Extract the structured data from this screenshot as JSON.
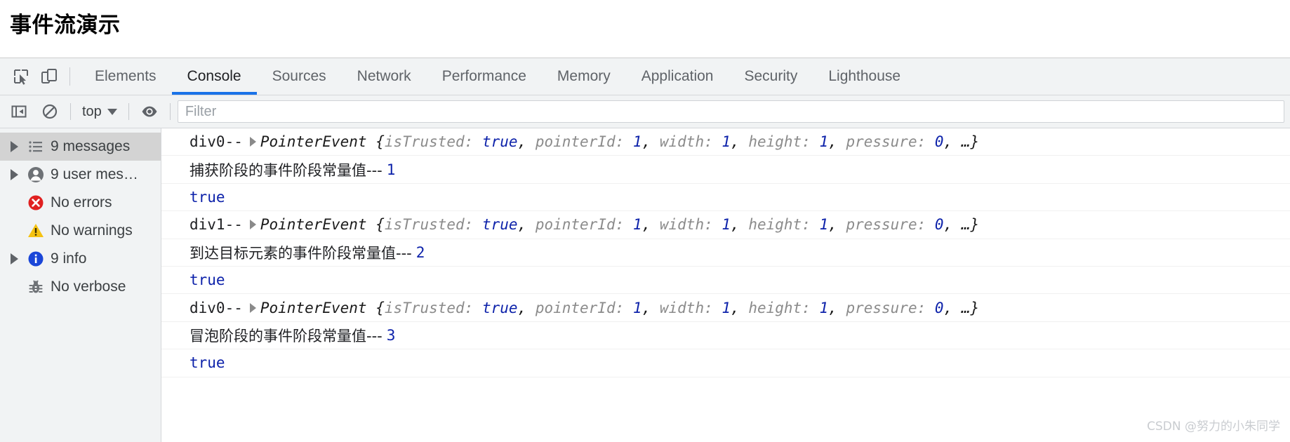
{
  "page": {
    "title": "事件流演示"
  },
  "devtools": {
    "toolbar_icons": [
      {
        "name": "inspect-element-icon",
        "label": "Inspect element"
      },
      {
        "name": "device-toolbar-icon",
        "label": "Toggle device toolbar"
      }
    ],
    "tabs": [
      {
        "label": "Elements",
        "active": false
      },
      {
        "label": "Console",
        "active": true
      },
      {
        "label": "Sources",
        "active": false
      },
      {
        "label": "Network",
        "active": false
      },
      {
        "label": "Performance",
        "active": false
      },
      {
        "label": "Memory",
        "active": false
      },
      {
        "label": "Application",
        "active": false
      },
      {
        "label": "Security",
        "active": false
      },
      {
        "label": "Lighthouse",
        "active": false
      }
    ],
    "accent_color": "#1a73e8",
    "filter_bar": {
      "sidebar_toggle_label": "Show console sidebar",
      "clear_console_label": "Clear console",
      "context_value": "top",
      "eye_label": "Create live expression",
      "filter_placeholder": "Filter",
      "filter_value": ""
    },
    "sidebar": {
      "items": [
        {
          "icon": "list-icon",
          "label": "9 messages",
          "expandable": true,
          "selected": true
        },
        {
          "icon": "user-icon",
          "label": "9 user mes…",
          "expandable": true,
          "selected": false
        },
        {
          "icon": "error-icon",
          "label": "No errors",
          "expandable": false,
          "selected": false
        },
        {
          "icon": "warning-icon",
          "label": "No warnings",
          "expandable": false,
          "selected": false
        },
        {
          "icon": "info-icon",
          "label": "9 info",
          "expandable": true,
          "selected": false
        },
        {
          "icon": "bug-icon",
          "label": "No verbose",
          "expandable": false,
          "selected": false
        }
      ],
      "icon_colors": {
        "error": "#e02020",
        "warning": "#f5c211",
        "info": "#1a46d8",
        "neutral": "#6e7276"
      }
    },
    "console_log": {
      "rows": [
        {
          "kind": "object",
          "prefix": "div0--",
          "object_name": "PointerEvent",
          "props": [
            {
              "key": "isTrusted",
              "value": "true",
              "type": "bool"
            },
            {
              "key": "pointerId",
              "value": "1",
              "type": "num"
            },
            {
              "key": "width",
              "value": "1",
              "type": "num"
            },
            {
              "key": "height",
              "value": "1",
              "type": "num"
            },
            {
              "key": "pressure",
              "value": "0",
              "type": "num"
            }
          ],
          "ellipsis": "…"
        },
        {
          "kind": "cn-number",
          "text": "捕获阶段的事件阶段常量值---",
          "value": "1"
        },
        {
          "kind": "bool",
          "value": "true"
        },
        {
          "kind": "object",
          "prefix": "div1--",
          "object_name": "PointerEvent",
          "props": [
            {
              "key": "isTrusted",
              "value": "true",
              "type": "bool"
            },
            {
              "key": "pointerId",
              "value": "1",
              "type": "num"
            },
            {
              "key": "width",
              "value": "1",
              "type": "num"
            },
            {
              "key": "height",
              "value": "1",
              "type": "num"
            },
            {
              "key": "pressure",
              "value": "0",
              "type": "num"
            }
          ],
          "ellipsis": "…"
        },
        {
          "kind": "cn-number",
          "text": "到达目标元素的事件阶段常量值---",
          "value": "2"
        },
        {
          "kind": "bool",
          "value": "true"
        },
        {
          "kind": "object",
          "prefix": "div0--",
          "object_name": "PointerEvent",
          "props": [
            {
              "key": "isTrusted",
              "value": "true",
              "type": "bool"
            },
            {
              "key": "pointerId",
              "value": "1",
              "type": "num"
            },
            {
              "key": "width",
              "value": "1",
              "type": "num"
            },
            {
              "key": "height",
              "value": "1",
              "type": "num"
            },
            {
              "key": "pressure",
              "value": "0",
              "type": "num"
            }
          ],
          "ellipsis": "…"
        },
        {
          "kind": "cn-number",
          "text": "冒泡阶段的事件阶段常量值---",
          "value": "3"
        },
        {
          "kind": "bool",
          "value": "true"
        }
      ]
    }
  },
  "watermark": "CSDN @努力的小朱同学"
}
